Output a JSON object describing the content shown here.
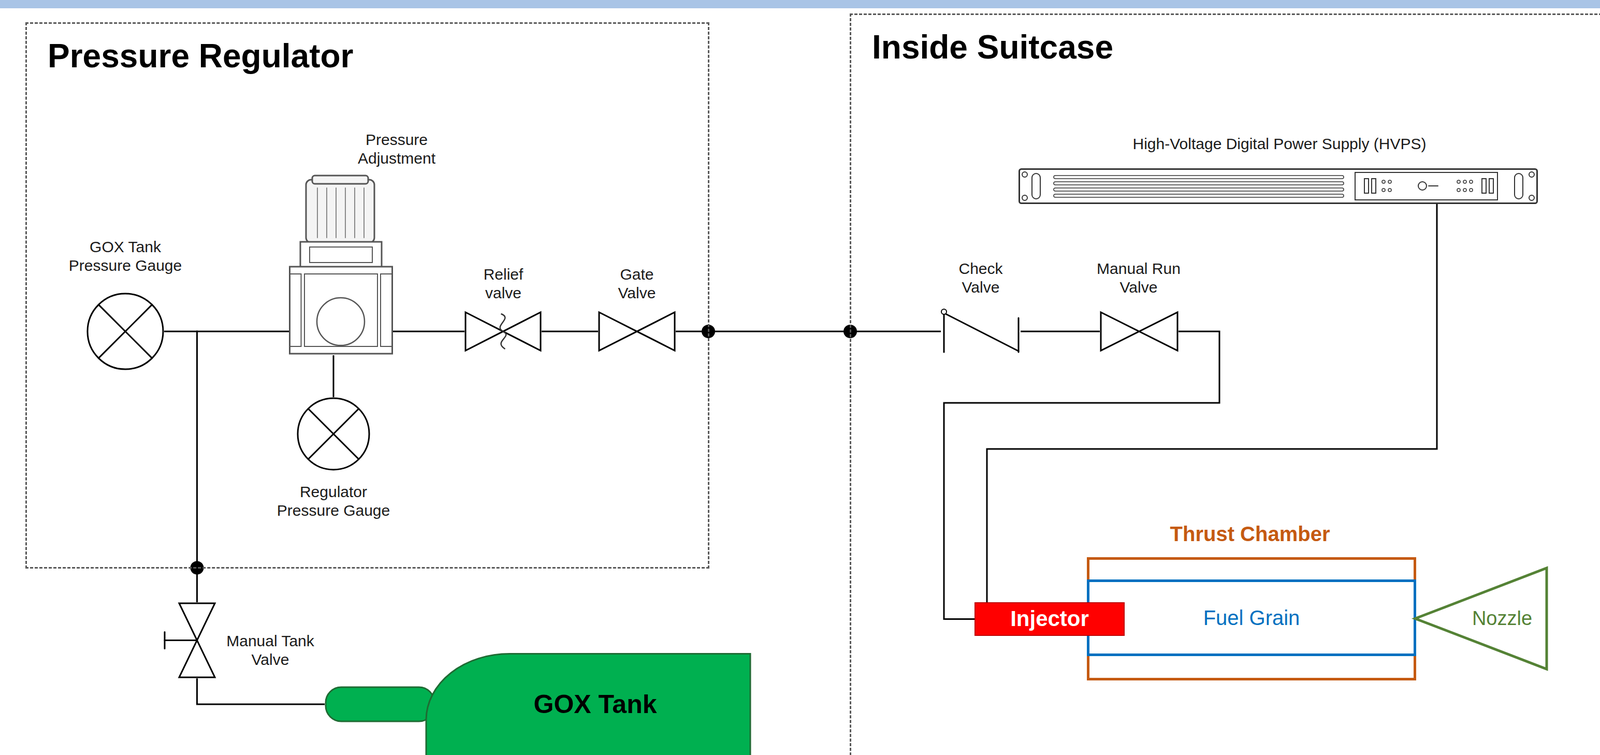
{
  "diagram": {
    "nodes": [
      {
        "text": [
          "Pressure Regulator"
        ]
      },
      {
        "text": [
          "GOX Tank Pressure Gauge"
        ],
        "in": 0
      },
      {
        "text": [
          "Pressure Adjustment"
        ],
        "in": 0
      },
      {
        "text": [
          "Regulator Pressure Gauge"
        ],
        "in": 0
      },
      {
        "text": [
          "Relief valve"
        ],
        "in": 0
      },
      {
        "text": [
          "Gate Valve"
        ],
        "in": 0
      },
      {
        "text": [
          "Inside Suitcase"
        ]
      },
      {
        "text": [
          "High-Voltage Digital Power Supply (HVPS)"
        ],
        "in": 6
      },
      {
        "text": [
          "Check Valve"
        ],
        "in": 6
      },
      {
        "text": [
          "Manual Run Valve"
        ],
        "in": 6
      },
      {
        "text": [
          "Injector"
        ],
        "in": 6
      },
      {
        "text": [
          "Thrust Chamber"
        ],
        "in": 6
      },
      {
        "text": [
          "Fuel Grain"
        ],
        "in": 11
      },
      {
        "text": [
          "Nozzle"
        ],
        "in": 6
      },
      {
        "text": [
          "Manual Tank Valve"
        ]
      },
      {
        "text": [
          "GOX Tank"
        ]
      }
    ],
    "edges": [
      {
        "from": 14,
        "to": 1,
        "arrow": "none"
      },
      {
        "from": 14,
        "to": 2,
        "arrow": "none"
      },
      {
        "from": 2,
        "to": 3,
        "arrow": "none"
      },
      {
        "from": 2,
        "to": 4,
        "arrow": "none"
      },
      {
        "from": 4,
        "to": 5,
        "arrow": "none"
      },
      {
        "from": 5,
        "to": 8,
        "arrow": "none"
      },
      {
        "from": 8,
        "to": 9,
        "arrow": "none"
      },
      {
        "from": 9,
        "to": 10,
        "arrow": "none"
      },
      {
        "from": 7,
        "to": 10,
        "arrow": "none"
      },
      {
        "from": 15,
        "to": 14,
        "arrow": "none"
      }
    ]
  }
}
